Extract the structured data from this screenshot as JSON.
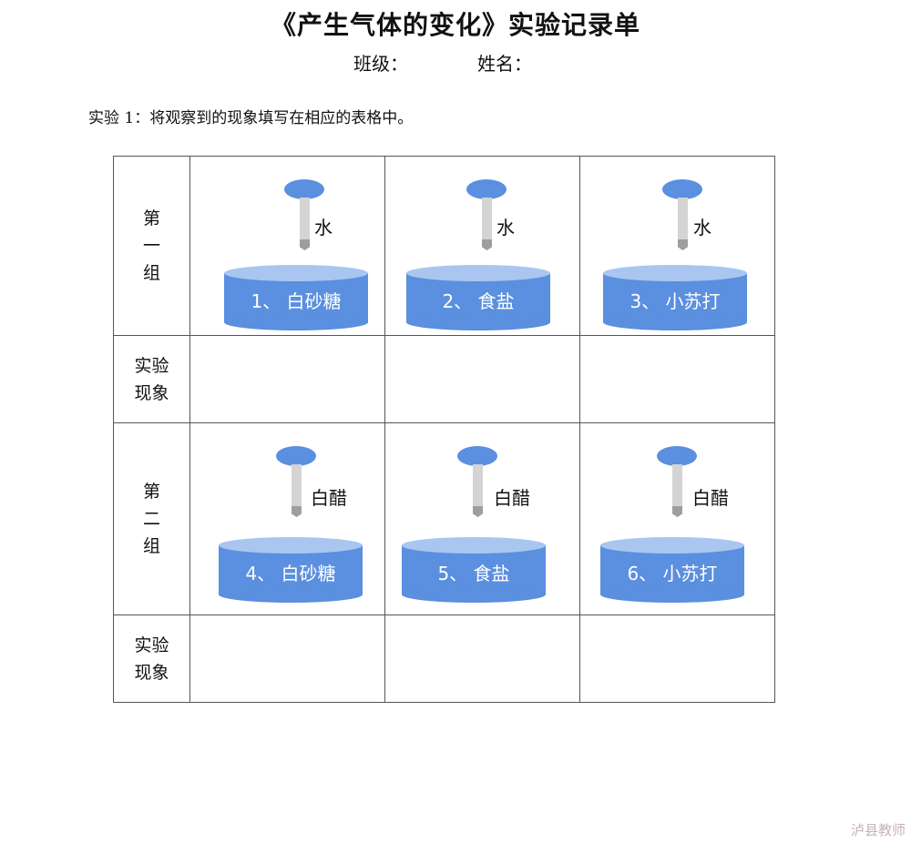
{
  "document": {
    "title": "《产生气体的变化》实验记录单",
    "class_label": "班级：",
    "name_label": "姓名：",
    "instruction": "实验 1：将观察到的现象填写在相应的表格中。"
  },
  "table": {
    "group1_label": "第\n一\n组",
    "group2_label": "第\n二\n组",
    "observation_label": "实验\n现象",
    "group1": [
      {
        "reagent": "水",
        "substance": "1、 白砂糖"
      },
      {
        "reagent": "水",
        "substance": "2、 食盐"
      },
      {
        "reagent": "水",
        "substance": "3、 小苏打"
      }
    ],
    "group2": [
      {
        "reagent": "白醋",
        "substance": "4、 白砂糖"
      },
      {
        "reagent": "白醋",
        "substance": "5、 食盐"
      },
      {
        "reagent": "白醋",
        "substance": "6、 小苏打"
      }
    ]
  },
  "watermark": "泸县教师",
  "colors": {
    "beaker": "#5b8fdf",
    "beaker_top": "#a9c6f1",
    "dropper_bulb": "#5b8fdf"
  }
}
